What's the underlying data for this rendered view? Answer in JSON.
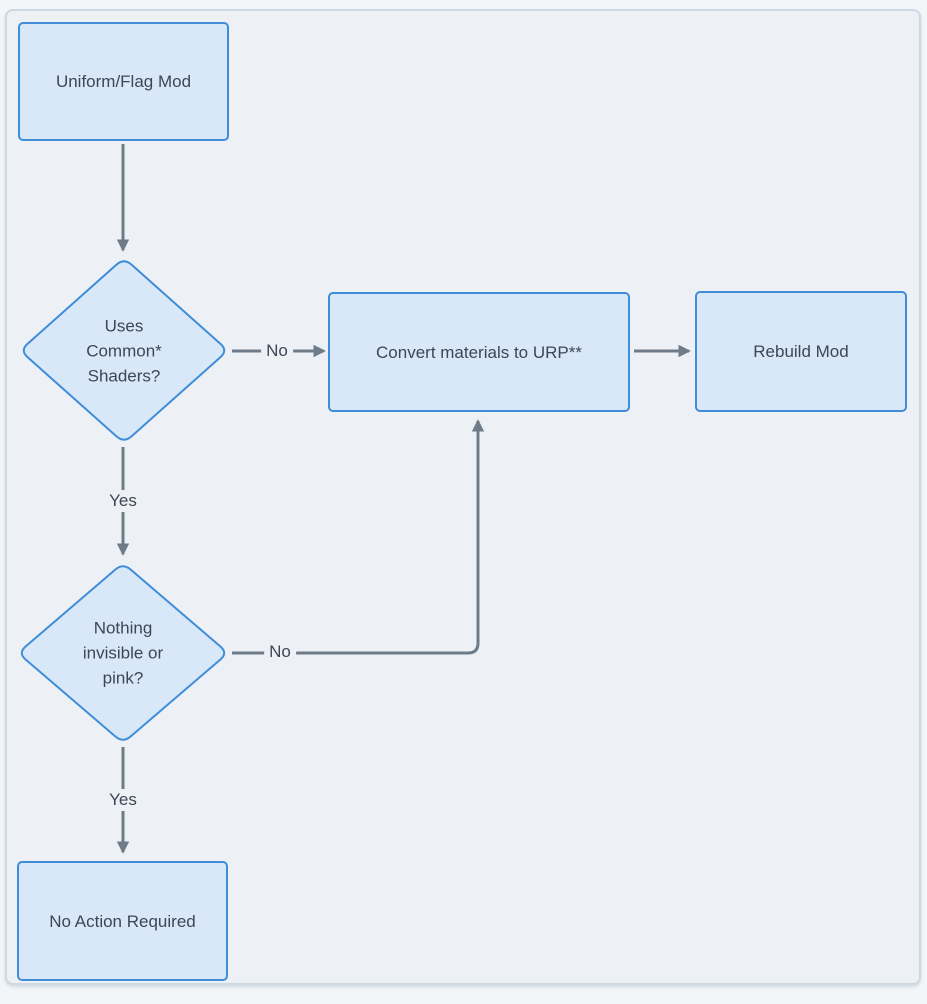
{
  "diagram": {
    "nodes": {
      "uniform": {
        "label": "Uniform/Flag Mod"
      },
      "shaders": {
        "label": "Uses\nCommon*\nShaders?"
      },
      "convert": {
        "label": "Convert materials to URP**"
      },
      "rebuild": {
        "label": "Rebuild Mod"
      },
      "pink": {
        "label": "Nothing\ninvisible or\npink?"
      },
      "noaction": {
        "label": "No Action Required"
      }
    },
    "edge_labels": {
      "shaders_no": "No",
      "shaders_yes": "Yes",
      "pink_no": "No",
      "pink_yes": "Yes"
    },
    "colors": {
      "node_fill": "#d8e8f8",
      "node_border": "#3f8dd9",
      "arrow": "#6e7b89",
      "text": "#3d4754",
      "canvas_bg": "#edf1f6",
      "frame_border": "#cdd8e2",
      "page_bg": "#f2f6f9"
    }
  }
}
